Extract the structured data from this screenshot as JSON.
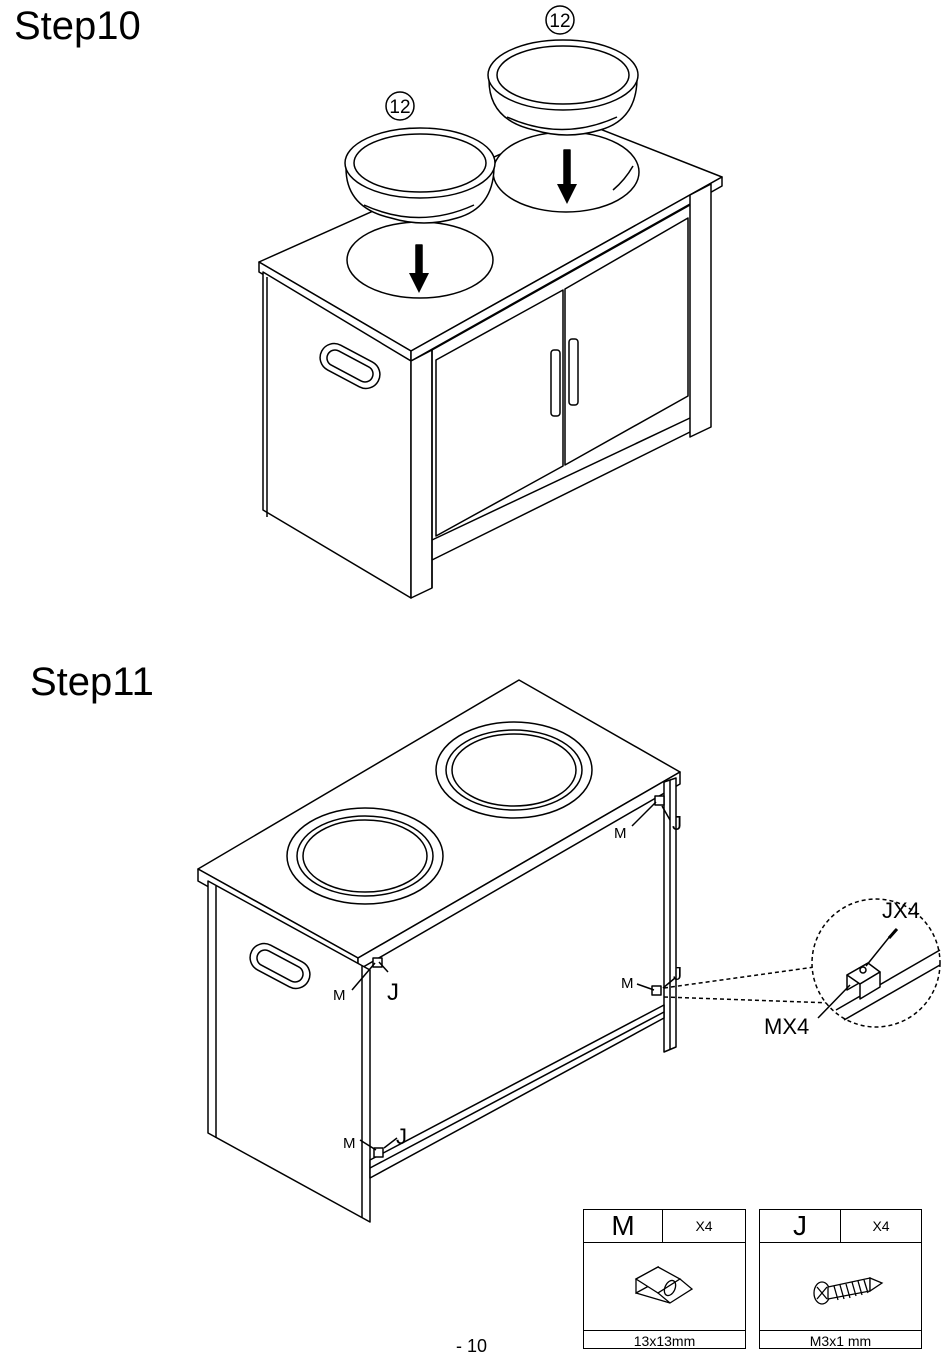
{
  "steps": [
    {
      "title": "Step10",
      "part_callouts": [
        "12",
        "12"
      ]
    },
    {
      "title": "Step11",
      "labels": {
        "m": "M",
        "j": "J",
        "detail_j": "JX4",
        "detail_m": "MX4"
      }
    }
  ],
  "parts": [
    {
      "code": "M",
      "quantity": "X4",
      "size": "13x13mm",
      "icon": "corner-block-icon"
    },
    {
      "code": "J",
      "quantity": "X4",
      "size": "M3x1  mm",
      "icon": "screw-icon"
    }
  ],
  "page_number": "- 10"
}
